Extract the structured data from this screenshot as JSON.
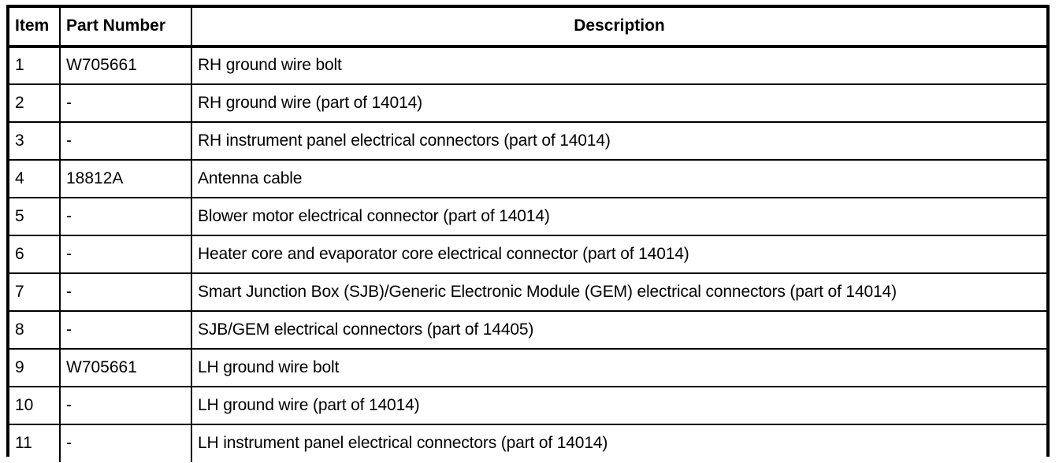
{
  "table": {
    "title": "Parts list table",
    "columns": [
      {
        "key": "item",
        "label": "Item",
        "align": "left"
      },
      {
        "key": "part_number",
        "label": "Part Number",
        "align": "left"
      },
      {
        "key": "description",
        "label": "Description",
        "align": "center"
      }
    ],
    "rows": [
      {
        "item": "1",
        "part_number": "W705661",
        "description": "RH ground wire bolt"
      },
      {
        "item": "2",
        "part_number": "-",
        "description": "RH ground wire (part of 14014)"
      },
      {
        "item": "3",
        "part_number": "-",
        "description": "RH instrument panel electrical connectors (part of 14014)"
      },
      {
        "item": "4",
        "part_number": "18812A",
        "description": "Antenna cable"
      },
      {
        "item": "5",
        "part_number": "-",
        "description": "Blower motor electrical connector (part of 14014)"
      },
      {
        "item": "6",
        "part_number": "-",
        "description": "Heater core and evaporator core electrical connector (part of 14014)"
      },
      {
        "item": "7",
        "part_number": "-",
        "description": "Smart Junction Box (SJB)/Generic Electronic Module (GEM) electrical connectors (part of 14014)"
      },
      {
        "item": "8",
        "part_number": "-",
        "description": "SJB/GEM electrical connectors (part of 14405)"
      },
      {
        "item": "9",
        "part_number": "W705661",
        "description": "LH ground wire bolt"
      },
      {
        "item": "10",
        "part_number": "-",
        "description": "LH ground wire (part of 14014)"
      },
      {
        "item": "11",
        "part_number": "-",
        "description": "LH instrument panel electrical connectors (part of 14014)"
      }
    ]
  },
  "colors": {
    "background": "#ffffff",
    "foreground": "#000000",
    "rule": "#000000"
  }
}
